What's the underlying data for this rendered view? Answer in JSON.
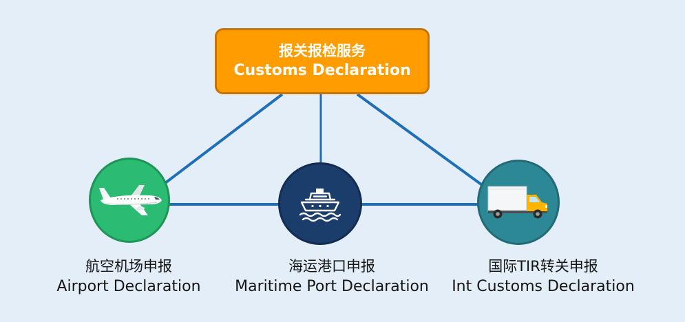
{
  "top_box": {
    "title_zh": "报关报检服务",
    "title_en": "Customs Declaration"
  },
  "nodes": [
    {
      "label_zh": "航空机场申报",
      "label_en": "Airport Declaration",
      "icon": "airplane-icon",
      "color": "#2bbb73"
    },
    {
      "label_zh": "海运港口申报",
      "label_en": "Maritime Port Declaration",
      "icon": "ship-icon",
      "color": "#1b3d6c"
    },
    {
      "label_zh": "国际TIR转关申报",
      "label_en": "Int Customs Declaration",
      "icon": "truck-icon",
      "color": "#2d8896"
    }
  ],
  "colors": {
    "background": "#e3eef8",
    "box_fill": "#ff9c00",
    "box_border": "#c77400",
    "connector": "#1f6fb8"
  }
}
